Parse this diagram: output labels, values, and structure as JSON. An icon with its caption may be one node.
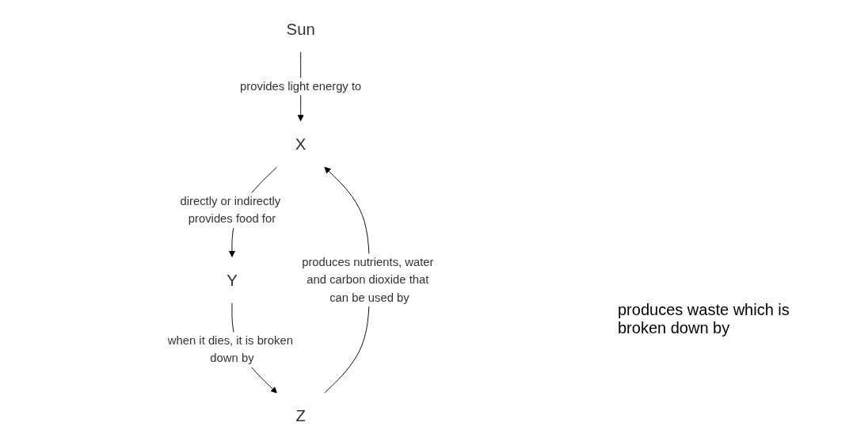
{
  "diagram": {
    "nodes": [
      {
        "text": [
          "Sun"
        ]
      },
      {
        "text": [
          "X"
        ]
      },
      {
        "text": [
          "Y"
        ]
      },
      {
        "text": [
          "Z"
        ]
      }
    ],
    "edges": [
      {
        "from": 0,
        "to": 1,
        "arrow": "to",
        "label": "provides light energy to"
      },
      {
        "from": 1,
        "to": 2,
        "arrow": "to",
        "label": "directly or indirectly provides food for"
      },
      {
        "from": 2,
        "to": 3,
        "arrow": "to",
        "label": "when it dies, it is broken down by"
      },
      {
        "from": 3,
        "to": 1,
        "arrow": "to",
        "label": "produces nutrients, water and carbon dioxide that can be used by"
      }
    ],
    "labels": [
      "produces waste which is broken down by"
    ]
  }
}
